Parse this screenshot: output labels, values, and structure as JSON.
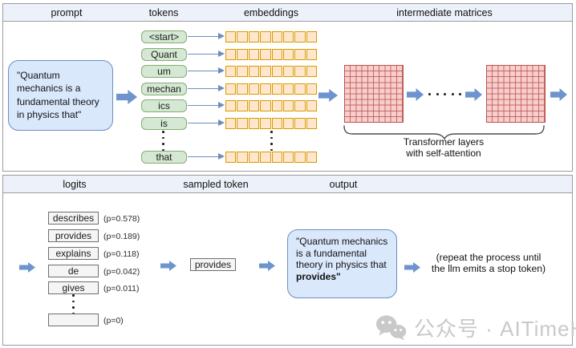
{
  "top_panel": {
    "headers": [
      "prompt",
      "tokens",
      "embeddings",
      "intermediate matrices"
    ],
    "prompt_text": "\"Quantum mechanics is a fundamental theory in physics that\"",
    "tokens": [
      "<start>",
      "Quant",
      "um",
      "mechan",
      "ics",
      "is",
      "that"
    ],
    "transformer_caption": [
      "Transformer layers",
      "with self-attention"
    ]
  },
  "bottom_panel": {
    "headers": [
      "logits",
      "sampled token",
      "output"
    ],
    "logits": [
      {
        "token": "describes",
        "prob": "(p=0.578)"
      },
      {
        "token": "provides",
        "prob": "(p=0.189)"
      },
      {
        "token": "explains",
        "prob": "(p=0.118)"
      },
      {
        "token": "de",
        "prob": "(p=0.042)"
      },
      {
        "token": "gives",
        "prob": "(p=0.011)"
      },
      {
        "token": "",
        "prob": "(p=0)"
      }
    ],
    "sampled_token": "provides",
    "output_text_regular": "\"Quantum mechanics is a fundamental theory in physics that ",
    "output_text_bold": "provides\"",
    "repeat_note": [
      "(repeat the process until",
      "the llm emits a stop token)"
    ]
  },
  "watermark": {
    "label": "公众号 · AITimeHub",
    "icon": "wechat-icon"
  },
  "colors": {
    "accent_blue": "#6c8ebf",
    "box_blue": "#dae8fc",
    "token_green": "#d5e8d4",
    "embedding_orange": "#ffe6cc",
    "matrix_red": "#f8cecc",
    "header_bg": "#edf2fa"
  }
}
